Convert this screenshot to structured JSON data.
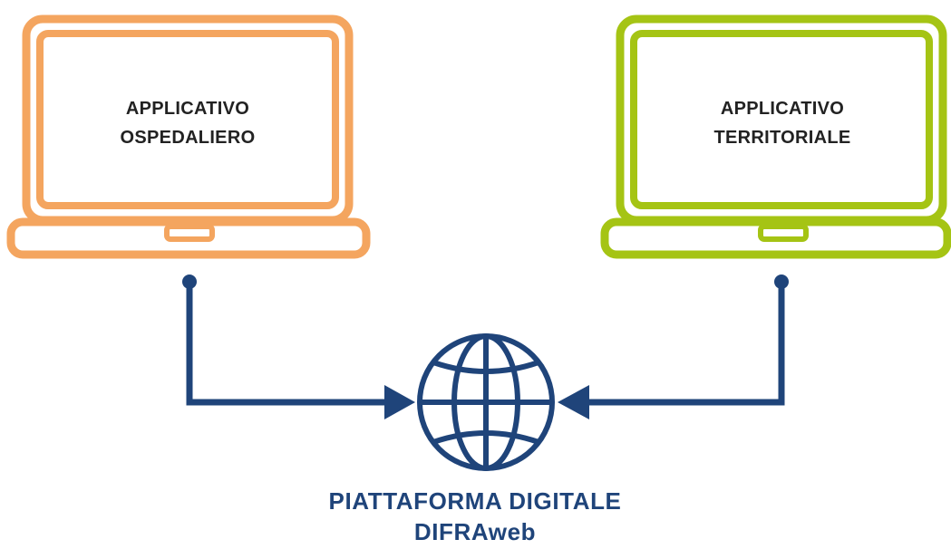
{
  "colors": {
    "left_laptop": "#f4a55f",
    "right_laptop": "#a5c414",
    "connector": "#1f447a",
    "label_text": "#222222",
    "caption_text": "#1f447a"
  },
  "nodes": {
    "left": {
      "icon": "laptop-icon",
      "label_line1": "APPLICATIVO",
      "label_line2": "OSPEDALIERO"
    },
    "right": {
      "icon": "laptop-icon",
      "label_line1": "APPLICATIVO",
      "label_line2": "TERRITORIALE"
    },
    "platform": {
      "icon": "globe-icon",
      "caption_line1": "PIATTAFORMA DIGITALE",
      "caption_line2": "DIFRAweb"
    }
  },
  "edges": [
    {
      "from": "left",
      "to": "platform"
    },
    {
      "from": "right",
      "to": "platform"
    }
  ]
}
